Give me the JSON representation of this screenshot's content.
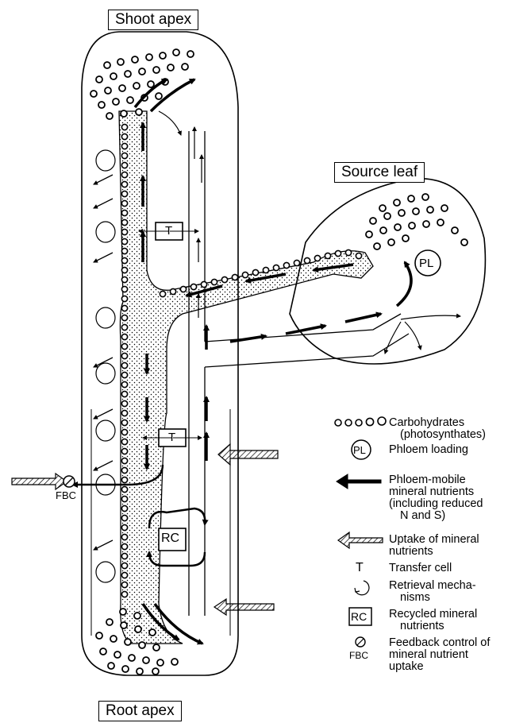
{
  "labels": {
    "shoot_apex": "Shoot apex",
    "source_leaf": "Source leaf",
    "root_apex": "Root apex",
    "pl": "PL",
    "t": "T",
    "rc": "RC",
    "fbc": "FBC"
  },
  "legend": {
    "carbohydrates": {
      "line1": "Carbohydrates",
      "line2": "(photosynthates)"
    },
    "phloem_loading": {
      "symbol": "PL",
      "text": "Phloem loading"
    },
    "phloem_mobile": {
      "line1": "Phloem-mobile",
      "line2": "mineral nutrients",
      "line3": "(including reduced",
      "line4": "N and S)"
    },
    "uptake": {
      "line1": "Uptake of mineral",
      "line2": "nutrients"
    },
    "transfer_cell": {
      "symbol": "T",
      "text": "Transfer cell"
    },
    "retrieval": {
      "line1": "Retrieval mecha-",
      "line2": "nisms"
    },
    "recycled": {
      "symbol": "RC",
      "line1": "Recycled mineral",
      "line2": "nutrients"
    },
    "feedback": {
      "symbol": "FBC",
      "line1": "Feedback control of",
      "line2": "mineral nutrient",
      "line3": "uptake"
    }
  }
}
